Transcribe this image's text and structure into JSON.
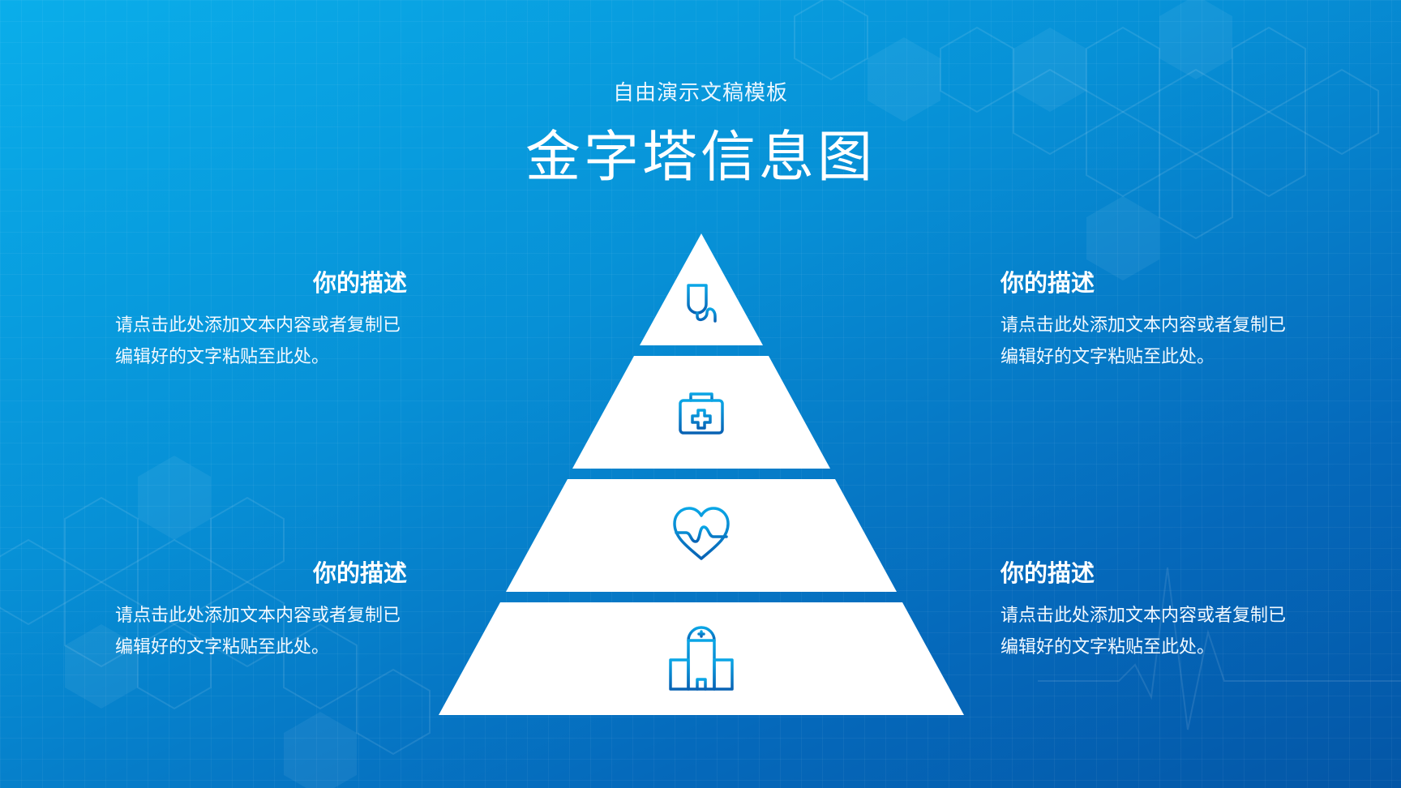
{
  "header": {
    "subtitle": "自由演示文稿模板",
    "title": "金字塔信息图"
  },
  "colors": {
    "icon_stroke_top": "#0aa6e6",
    "icon_stroke_bottom": "#0862b4",
    "tier_fill": "#ffffff"
  },
  "pyramid": {
    "tiers": [
      {
        "icon": "iv-drip-icon"
      },
      {
        "icon": "first-aid-kit-icon"
      },
      {
        "icon": "heartbeat-icon"
      },
      {
        "icon": "hospital-icon"
      }
    ]
  },
  "descriptions": {
    "top_left": {
      "heading": "你的描述",
      "body": "请点击此处添加文本内容或者复制已编辑好的文字粘贴至此处。"
    },
    "top_right": {
      "heading": "你的描述",
      "body": "请点击此处添加文本内容或者复制已编辑好的文字粘贴至此处。"
    },
    "bottom_left": {
      "heading": "你的描述",
      "body": "请点击此处添加文本内容或者复制已编辑好的文字粘贴至此处。"
    },
    "bottom_right": {
      "heading": "你的描述",
      "body": "请点击此处添加文本内容或者复制已编辑好的文字粘贴至此处。"
    }
  }
}
